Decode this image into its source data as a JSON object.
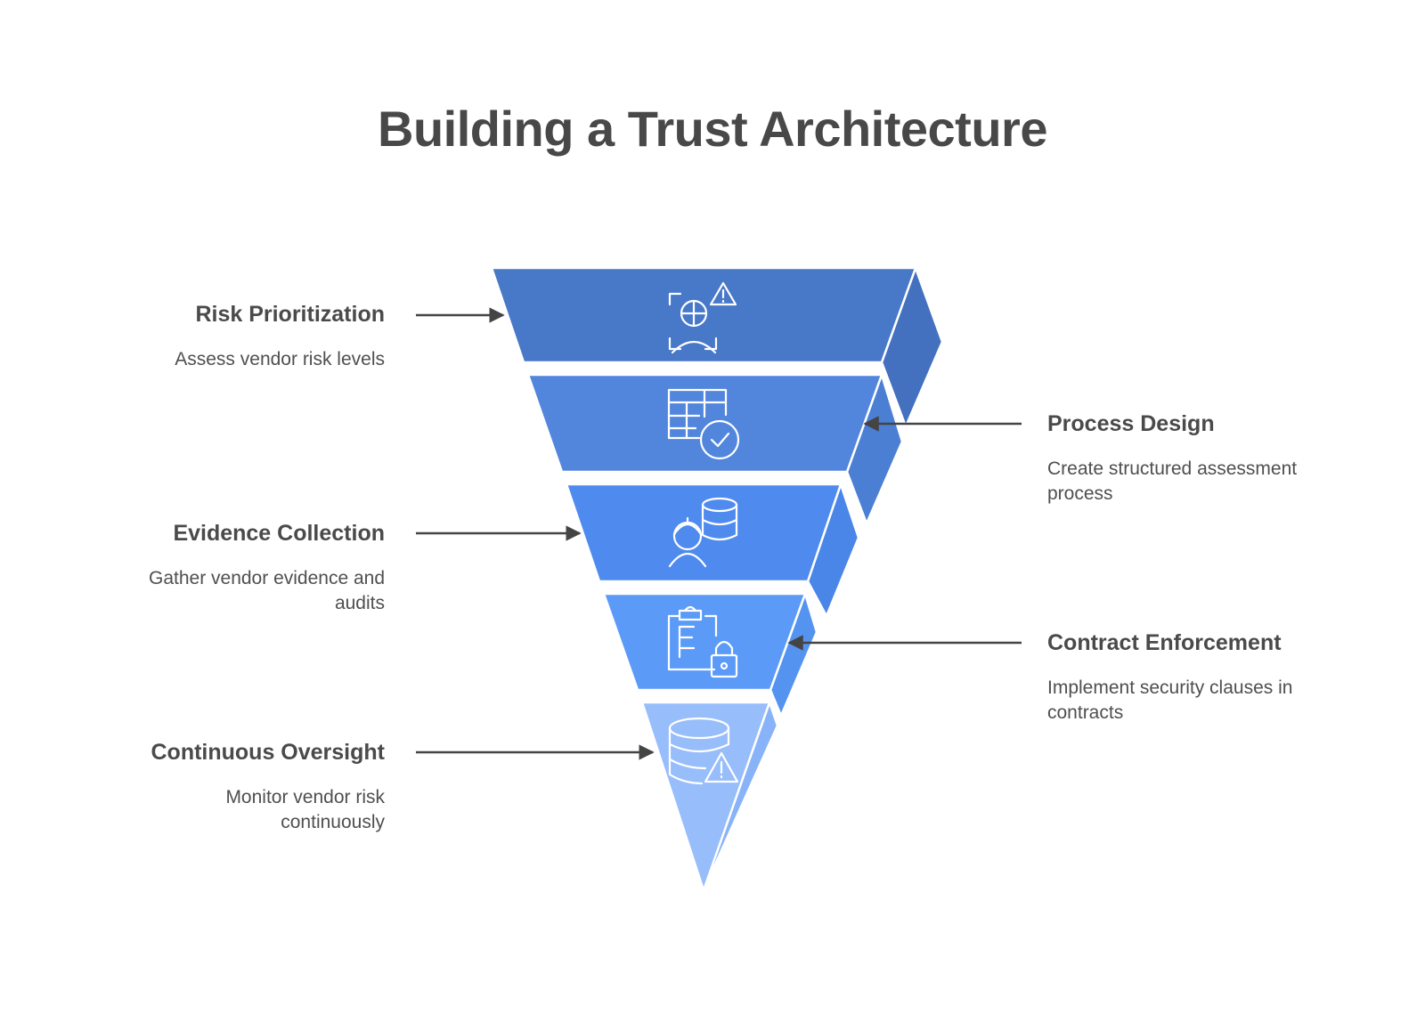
{
  "title": "Building a Trust Architecture",
  "levels": [
    {
      "title": "Risk Prioritization",
      "description": "Assess vendor risk levels",
      "icon": "risk-analysis-icon",
      "color": "#4878c8",
      "side_color": "#4371c0"
    },
    {
      "title": "Process Design",
      "description": "Create structured assessment process",
      "icon": "table-check-icon",
      "color": "#5286dd",
      "side_color": "#4b7fd4"
    },
    {
      "title": "Evidence Collection",
      "description": "Gather vendor evidence and audits",
      "icon": "worker-database-icon",
      "color": "#4f8bee",
      "side_color": "#4a86e8"
    },
    {
      "title": "Contract Enforcement",
      "description": "Implement security clauses in contracts",
      "icon": "clipboard-lock-icon",
      "color": "#5b9bf7",
      "side_color": "#5593f0"
    },
    {
      "title": "Continuous Oversight",
      "description": "Monitor vendor risk continuously",
      "icon": "database-warning-icon",
      "color": "#98bdfb",
      "side_color": "#88b3f8"
    }
  ]
}
